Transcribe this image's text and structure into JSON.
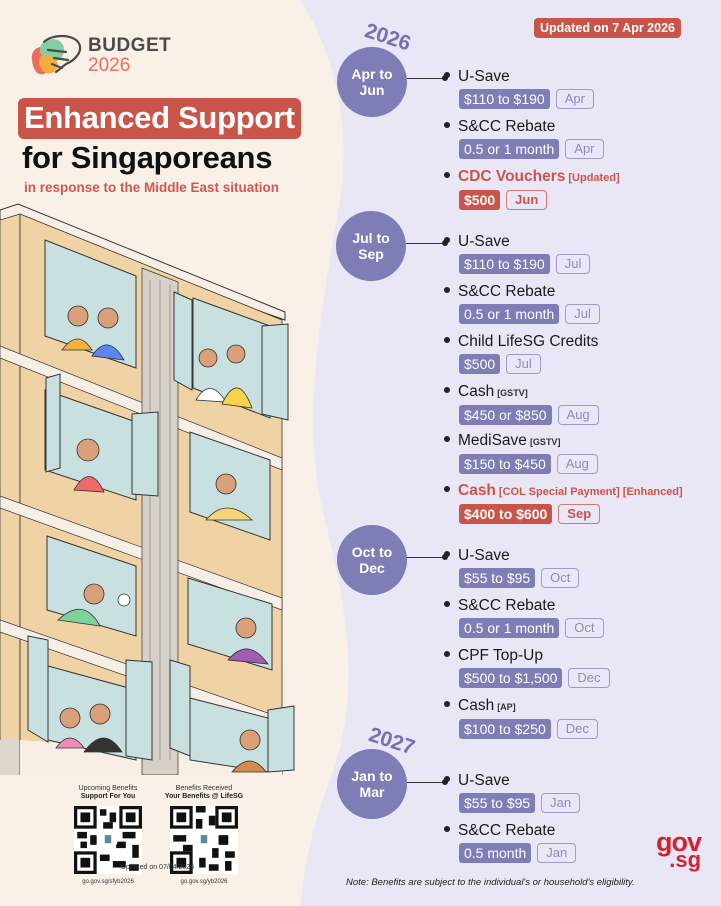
{
  "header": {
    "logo_word": "BUDGET",
    "logo_year": "2026",
    "title_line1": "Enhanced Support",
    "title_line2": "for Singaporeans",
    "subtitle": "in response to the Middle East situation"
  },
  "updated_badge": "Updated on 7 Apr 2026",
  "colors": {
    "accent_purple": "#7f7db5",
    "accent_red": "#c9554a",
    "background_left": "#f9f0e8",
    "background_right": "#e9e6f6",
    "govsg_red": "#d02432"
  },
  "timeline": {
    "years": [
      "2026",
      "2027"
    ],
    "quarters": [
      {
        "label_line1": "Apr to",
        "label_line2": "Jun"
      },
      {
        "label_line1": "Jul to",
        "label_line2": "Sep"
      },
      {
        "label_line1": "Oct to",
        "label_line2": "Dec"
      },
      {
        "label_line1": "Jan to",
        "label_line2": "Mar"
      }
    ],
    "items": [
      {
        "name": "U-Save",
        "tag": "",
        "amount": "$110 to $190",
        "month": "Apr",
        "highlight": false
      },
      {
        "name": "S&CC Rebate",
        "tag": "",
        "amount": "0.5 or 1 month",
        "month": "Apr",
        "highlight": false
      },
      {
        "name": "CDC Vouchers",
        "tag": "[Updated]",
        "amount": "$500",
        "month": "Jun",
        "highlight": true
      },
      {
        "name": "U-Save",
        "tag": "",
        "amount": "$110 to $190",
        "month": "Jul",
        "highlight": false
      },
      {
        "name": "S&CC Rebate",
        "tag": "",
        "amount": "0.5 or 1 month",
        "month": "Jul",
        "highlight": false
      },
      {
        "name": "Child LifeSG Credits",
        "tag": "",
        "amount": "$500",
        "month": "Jul",
        "highlight": false
      },
      {
        "name": "Cash",
        "tag": "[GSTV]",
        "amount": "$450 or $850",
        "month": "Aug",
        "highlight": false
      },
      {
        "name": "MediSave",
        "tag": "[GSTV]",
        "amount": "$150 to $450",
        "month": "Aug",
        "highlight": false
      },
      {
        "name": "Cash",
        "tag": "[COL Special Payment] [Enhanced]",
        "amount": "$400 to $600",
        "month": "Sep",
        "highlight": true
      },
      {
        "name": "U-Save",
        "tag": "",
        "amount": "$55 to $95",
        "month": "Oct",
        "highlight": false
      },
      {
        "name": "S&CC Rebate",
        "tag": "",
        "amount": "0.5 or 1 month",
        "month": "Oct",
        "highlight": false
      },
      {
        "name": "CPF Top-Up",
        "tag": "",
        "amount": "$500 to $1,500",
        "month": "Dec",
        "highlight": false
      },
      {
        "name": "Cash",
        "tag": "[AP]",
        "amount": "$100 to $250",
        "month": "Dec",
        "highlight": false
      },
      {
        "name": "U-Save",
        "tag": "",
        "amount": "$55 to $95",
        "month": "Jan",
        "highlight": false
      },
      {
        "name": "S&CC Rebate",
        "tag": "",
        "amount": "0.5 month",
        "month": "Jan",
        "highlight": false
      }
    ]
  },
  "qr_codes": [
    {
      "caption1": "Upcoming Benefits",
      "caption2": "Support For You",
      "url": "go.gov.sg/sfyb2026"
    },
    {
      "caption1": "Benefits Received",
      "caption2": "Your Benefits @ LifeSG",
      "url": "go.gov.sg/yb2026"
    }
  ],
  "qr_updated": "Updated on 07/04/2026",
  "note": "Note: Benefits are subject to the individual's or household's eligibility.",
  "govsg_logo": {
    "line1": "gov",
    "line2": ".sg"
  }
}
